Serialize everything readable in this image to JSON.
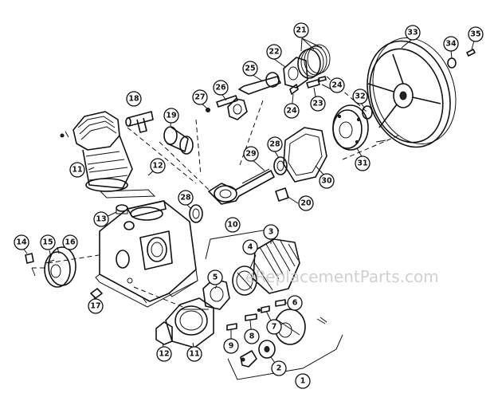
{
  "watermark": "eReplacementParts.com",
  "callouts": [
    "1",
    "2",
    "3",
    "4",
    "5",
    "6",
    "7",
    "8",
    "9",
    "10",
    "11",
    "11",
    "12",
    "12",
    "13",
    "14",
    "15",
    "16",
    "17",
    "18",
    "19",
    "20",
    "21",
    "22",
    "23",
    "24",
    "24",
    "25",
    "26",
    "27",
    "28",
    "28",
    "29",
    "30",
    "31",
    "32",
    "33",
    "34",
    "35"
  ]
}
